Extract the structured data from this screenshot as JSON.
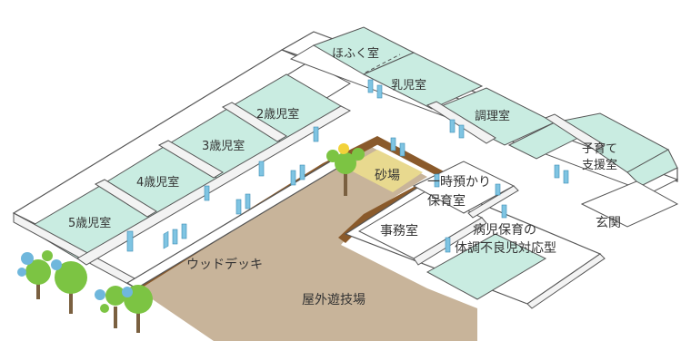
{
  "rooms": {
    "nursing_room": "ほふく室",
    "infant_room": "乳児室",
    "age2_room": "2歳児室",
    "age3_room": "3歳児室",
    "age4_room": "4歳児室",
    "age5_room": "5歳児室",
    "kitchen": "調理室",
    "childcare_support_line1": "子育て",
    "childcare_support_line2": "支援室",
    "sandbox": "砂場",
    "temporary_care_line1": "一時預かり",
    "temporary_care_line2": "保育室",
    "office": "事務室",
    "sick_child_care_line1": "病児保育の",
    "sick_child_care_line2": "体調不良児対応型",
    "entrance": "玄関"
  },
  "outdoor": {
    "wood_deck": "ウッドデッキ",
    "playground": "屋外遊技場"
  },
  "colors": {
    "room_fill": "#c9ece1",
    "ground": "#c8b49a",
    "deck": "#8a5a2b",
    "window": "#7fc4e2",
    "tree_green": "#7cc443",
    "tree_blue": "#6fb7dc",
    "trunk": "#7a6040"
  }
}
